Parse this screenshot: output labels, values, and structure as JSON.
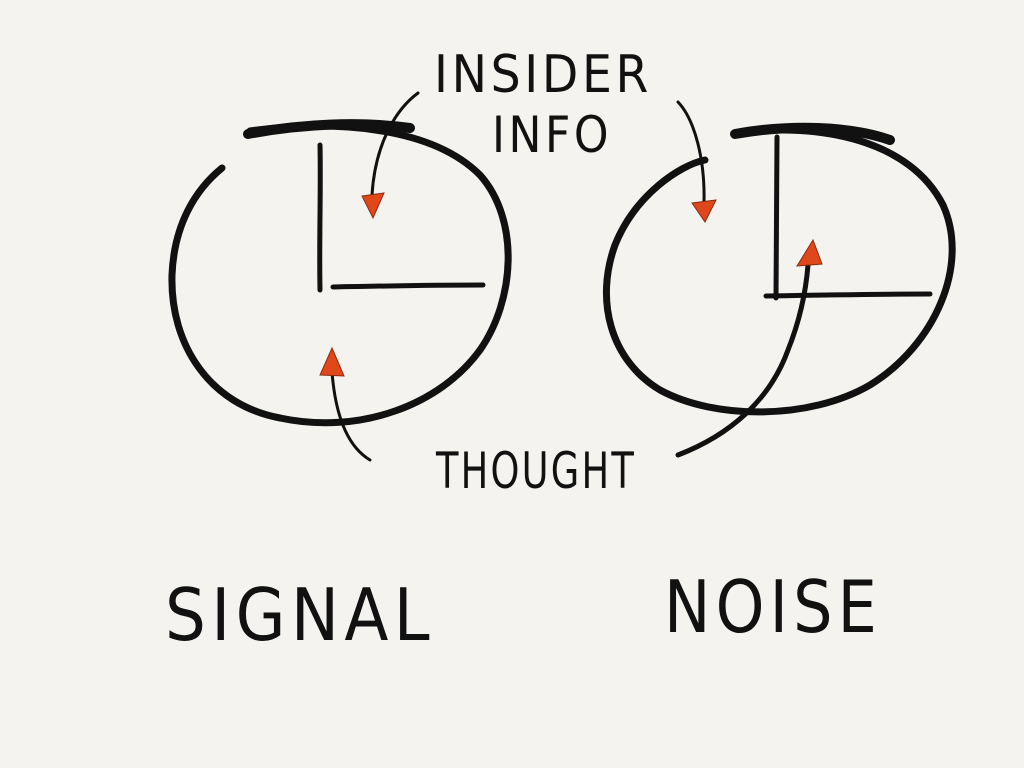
{
  "labels": {
    "insider_line1": "INSIDER",
    "insider_line2": "INFO",
    "thought": "THOUGHT",
    "signal": "SIGNAL",
    "noise": "NOISE"
  },
  "colors": {
    "background": "#f4f3ef",
    "ink": "#111111",
    "arrowhead": "#e0471a"
  }
}
